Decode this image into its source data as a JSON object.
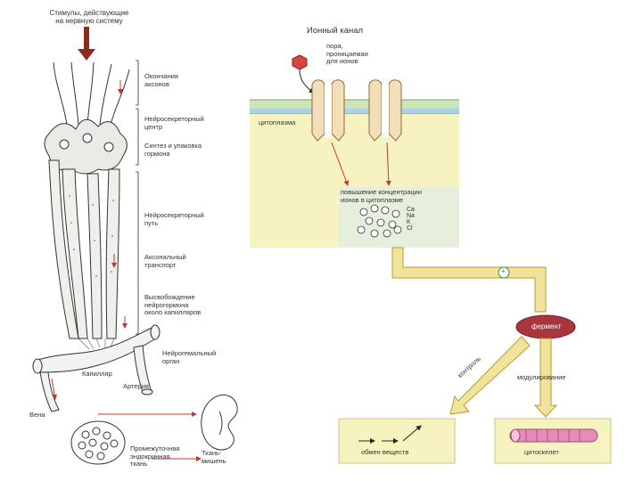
{
  "left": {
    "top_caption": "Стимулы, действующие\nна нервную систему",
    "labels": {
      "axon_endings": "Окончания\nаксонов",
      "neurosecretory_center": "Нейросекреторный\nцентр",
      "synthesis": "Синтез и упаковка\nгормона",
      "neurosecretory_path": "Нейросекреторный\nпуть",
      "axonal_transport": "Аксональный\nтранспорт",
      "release": "Высвобождение\nнейрогормона\nоколо капилляров",
      "neurohemal_organ": "Нейрогемальный\nорган",
      "capillary": "Капилляр",
      "artery": "Артерия",
      "vein": "Вена",
      "intermediate_gland": "Промежуточная\nэндокринная\nткань",
      "target_tissue": "Ткань-\nмишень"
    }
  },
  "right": {
    "title": "Ионный канал",
    "pore_label": "пора,\nпроницаемая\nдля ионов",
    "cytoplasm": "цитоплазма",
    "concentration": "повышение концентрации\nионов в цитоплазме",
    "ions": [
      "Ca",
      "Na",
      "K",
      "Cl"
    ],
    "plus_sign": "+",
    "enzyme": "фермент",
    "control": "контроль",
    "modulation": "модулирование",
    "exchange": "обмен веществ",
    "cytoskeleton": "цитоскелет"
  },
  "colors": {
    "arrow_red": "#c0392b",
    "box_yellow": "#f6f3c0",
    "membrane_green": "#cfe4b4",
    "membrane_blue": "#a9d3e8",
    "enzyme_red": "#a8363c",
    "pipe_yellow": "#f2e39a",
    "cytoskeleton_pink": "#e68cb8"
  }
}
